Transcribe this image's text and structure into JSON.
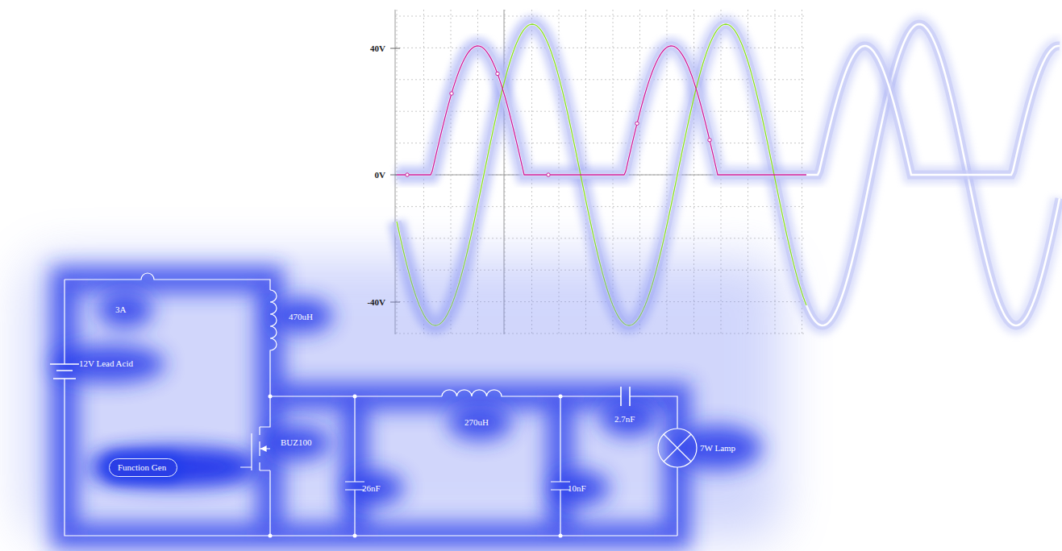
{
  "diagram": {
    "nodes": [
      {
        "text": [
          "Function Gen"
        ]
      }
    ],
    "edges": [],
    "labels": [
      "3A",
      "470uH",
      "12V Lead Acid",
      "BUZ100",
      "26nF",
      "270uH",
      "10nF",
      "2.7nF",
      "7W Lamp",
      "40V",
      "0V",
      "-40V"
    ]
  }
}
